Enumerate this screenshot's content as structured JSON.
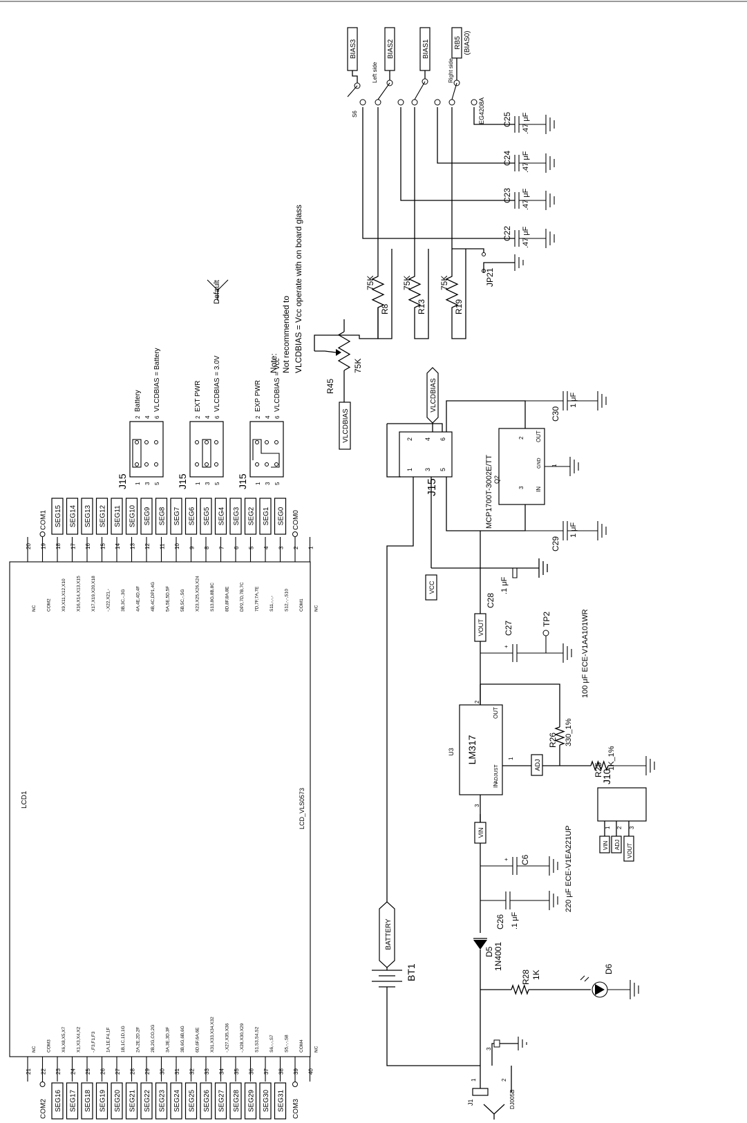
{
  "lcd": {
    "ref": "LCD1",
    "part": "LCD_VLS0573",
    "left_pins": [
      {
        "num": "21",
        "sig": "NC",
        "net": ""
      },
      {
        "num": "22",
        "sig": "COM3",
        "net": "COM2"
      },
      {
        "num": "23",
        "sig": "X6,X8,X5,X7",
        "net": "SEG16"
      },
      {
        "num": "24",
        "sig": "X1,X3,X4,X2",
        "net": "SEG17"
      },
      {
        "num": "25",
        "sig": "-,F3,F1,F3",
        "net": "SEG18"
      },
      {
        "num": "26",
        "sig": "1A,1E,F4,1F",
        "net": "SEG19"
      },
      {
        "num": "27",
        "sig": "1B,1C,1D,1G",
        "net": "SEG20"
      },
      {
        "num": "28",
        "sig": "2A,2E,2D,2F",
        "net": "SEG21"
      },
      {
        "num": "29",
        "sig": "2B,2G,CO,2G",
        "net": "SEG22"
      },
      {
        "num": "30",
        "sig": "3A,3E,3D,3F",
        "net": "SEG23"
      },
      {
        "num": "31",
        "sig": "3B,6G,6B,6G",
        "net": "SEG24"
      },
      {
        "num": "32",
        "sig": "6D,6F,6A,6E",
        "net": "SEG25"
      },
      {
        "num": "33",
        "sig": "X31,X33,X34,X32",
        "net": "SEG26"
      },
      {
        "num": "34",
        "sig": "-,X27,X35,X36",
        "net": "SEG27"
      },
      {
        "num": "35",
        "sig": "-,X28,X30,X29",
        "net": "SEG28"
      },
      {
        "num": "36",
        "sig": "S1,S3,S4,S2",
        "net": "SEG29"
      },
      {
        "num": "37",
        "sig": "S6,-,-,S7",
        "net": "SEG30"
      },
      {
        "num": "38",
        "sig": "S5,-,-,S8",
        "net": "SEG31"
      },
      {
        "num": "39",
        "sig": "COM4",
        "net": "COM3"
      },
      {
        "num": "40",
        "sig": "NC",
        "net": ""
      }
    ],
    "right_pins": [
      {
        "num": "20",
        "sig": "NC",
        "net": ""
      },
      {
        "num": "19",
        "sig": "COM2",
        "net": "COM1"
      },
      {
        "num": "18",
        "sig": "X9,X11,X12,X10",
        "net": "SEG15"
      },
      {
        "num": "17",
        "sig": "X16,X14,X13,X15",
        "net": "SEG14"
      },
      {
        "num": "16",
        "sig": "X17,X19,X20,X18",
        "net": "SEG13"
      },
      {
        "num": "15",
        "sig": "-,X22,X21,-",
        "net": "SEG12"
      },
      {
        "num": "14",
        "sig": "3B,3C,-,3G",
        "net": "SEG11"
      },
      {
        "num": "13",
        "sig": "4A,4E,4D,4F",
        "net": "SEG10"
      },
      {
        "num": "12",
        "sig": "4B,4C,DP1,4G",
        "net": "SEG9"
      },
      {
        "num": "11",
        "sig": "5A,5E,5D,5F",
        "net": "SEG8"
      },
      {
        "num": "10",
        "sig": "5B,5C,-,5G",
        "net": "SEG7"
      },
      {
        "num": "9",
        "sig": "X23,X25,X26,X24",
        "net": "SEG6"
      },
      {
        "num": "8",
        "sig": "S13,8G,8B,8C",
        "net": "SEG5"
      },
      {
        "num": "7",
        "sig": "8D,8F,8A,8E",
        "net": "SEG4"
      },
      {
        "num": "6",
        "sig": "DP2,7D,7B,7C",
        "net": "SEG3"
      },
      {
        "num": "5",
        "sig": "7D,7F,7A,7E",
        "net": "SEG2"
      },
      {
        "num": "4",
        "sig": "S11,-,-,-",
        "net": "SEG1"
      },
      {
        "num": "3",
        "sig": "S12,-,-,S10",
        "net": "SEG0"
      },
      {
        "num": "2",
        "sig": "COM1",
        "net": "COM0"
      },
      {
        "num": "1",
        "sig": "NC",
        "net": ""
      }
    ]
  },
  "jumper_notes": {
    "ref": "J15",
    "pins_left": [
      "1",
      "3",
      "5"
    ],
    "pins_right": [
      "2",
      "4",
      "6"
    ],
    "options": [
      {
        "line1": "Battery",
        "line2": "VLCDBIAS = Battery",
        "line3": ""
      },
      {
        "line1": "EXT PWR",
        "line2": "VLCDBIAS = 3.0V",
        "line3": "Default"
      },
      {
        "line1": "EXP PWR",
        "line2": "VLCDBIAS = Vcc",
        "line3": ""
      }
    ],
    "note": {
      "l1": "Note:",
      "l2": "Not recommended to",
      "l3": "operate with on board glass"
    }
  },
  "bias": {
    "ports": [
      "BIAS3",
      "BIAS2",
      "BIAS1"
    ],
    "rb5": "RB5",
    "bias0": "(BIAS0)",
    "switch": "S6",
    "left_side": "Left side",
    "right_side": "Right side",
    "part": "EG4208A",
    "caps": [
      {
        "ref": "C25",
        "val": ".47 μF"
      },
      {
        "ref": "C24",
        "val": ".47 μF"
      },
      {
        "ref": "C23",
        "val": ".47 μF"
      },
      {
        "ref": "C22",
        "val": ".47 μF"
      }
    ],
    "resistors": [
      {
        "ref": "R8",
        "val": "75K"
      },
      {
        "ref": "R13",
        "val": "75K"
      },
      {
        "ref": "R19",
        "val": "75K"
      }
    ],
    "pot": {
      "ref": "R45",
      "val": "75K"
    },
    "jp": "JP21",
    "vlcdbias": "VLCDBIAS"
  },
  "power": {
    "battery": "BATTERY",
    "bt": "BT1",
    "j15": "J15",
    "j15_pins": [
      "1",
      "2",
      "3",
      "4",
      "5",
      "6"
    ],
    "vlcdbias": "VLCDBIAS",
    "vcc": "VCC",
    "reg": {
      "name": "MCP1700T-3002E/TT",
      "ref": "Q2",
      "in": "IN",
      "out": "OUT",
      "gnd": "GND",
      "p_in": "3",
      "p_out": "2",
      "p_gnd": "1"
    },
    "c30": {
      "ref": "C30",
      "val": "1 μF"
    },
    "c29": {
      "ref": "C29",
      "val": "1 μF"
    },
    "c28": {
      "ref": "C28",
      "val": ".1 μF"
    },
    "c27": {
      "ref": "C27",
      "val": "100 μF  ECE-V1AA101WR"
    },
    "tp2": "TP2",
    "vout": "VOUT",
    "lm": {
      "name": "LM317",
      "ref": "U3",
      "in": "IN",
      "out": "OUT",
      "adj": "ADJUST",
      "p_in": "3",
      "p_out": "2",
      "p_adj": "1"
    },
    "r26": {
      "ref": "R26",
      "val": "330_1%"
    },
    "r25": {
      "ref": "R25",
      "val": "1K_1%"
    },
    "adj": "ADJ",
    "vin": "VIN",
    "c6": {
      "ref": "C6",
      "val": "220 μF  ECE-V1EA221UP"
    },
    "c26": {
      "ref": "C26",
      "val": ".1 μF"
    },
    "d5": {
      "ref": "D5",
      "val": "1N4001"
    },
    "r28": {
      "ref": "R28",
      "val": "1K"
    },
    "d6": "D6",
    "j1": {
      "ref": "J1",
      "part": "DJ005B",
      "p1": "1",
      "p2": "2",
      "p3": "3"
    },
    "j10": {
      "ref": "J10",
      "pins": [
        "1",
        "2",
        "3"
      ],
      "labels": [
        "VIN",
        "ADJ",
        "VOUT"
      ]
    }
  }
}
